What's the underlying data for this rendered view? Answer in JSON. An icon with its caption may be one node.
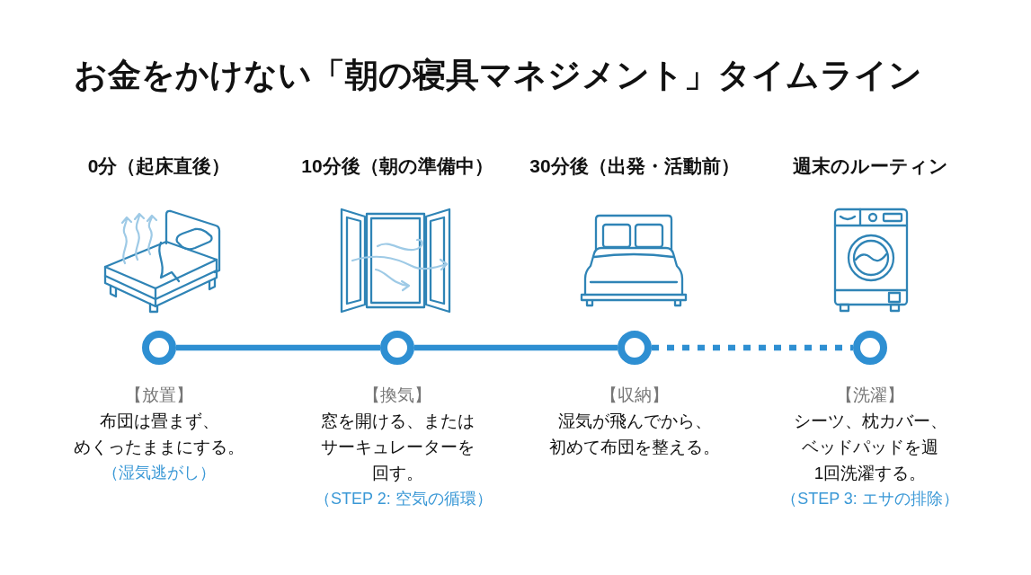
{
  "diagram": {
    "title": "お金をかけない「朝の寝具マネジメント」タイムライン",
    "nodes": [
      {
        "text": [],
        "shape": "circle",
        "beside": [
          "【放置】",
          "布団は畳まず、めくったままにする。",
          "（湿気逃がし）"
        ]
      },
      {
        "text": [],
        "shape": "circle",
        "beside": [
          "【換気】",
          "窓を開ける、またはサーキュレーターを回す。",
          "（STEP 2: 空気の循環）"
        ]
      },
      {
        "text": [],
        "shape": "circle",
        "beside": [
          "【収納】",
          "湿気が飛んでから、初めて布団を整える。"
        ]
      },
      {
        "text": [],
        "shape": "circle",
        "beside": [
          "【洗濯】",
          "シーツ、枕カバー、ベッドパッドを週1回洗濯する。",
          "（STEP 3: エサの排除）"
        ]
      }
    ],
    "edges": [
      {
        "from": 0,
        "to": 1,
        "arrow": "none"
      },
      {
        "from": 1,
        "to": 2,
        "arrow": "none"
      },
      {
        "from": 2,
        "to": 3,
        "arrow": "none",
        "style": "dashed"
      }
    ],
    "labels": [
      "0分（起床直後）",
      "10分後（朝の準備中）",
      "30分後（出発・活動前）",
      "週末のルーティン"
    ]
  }
}
